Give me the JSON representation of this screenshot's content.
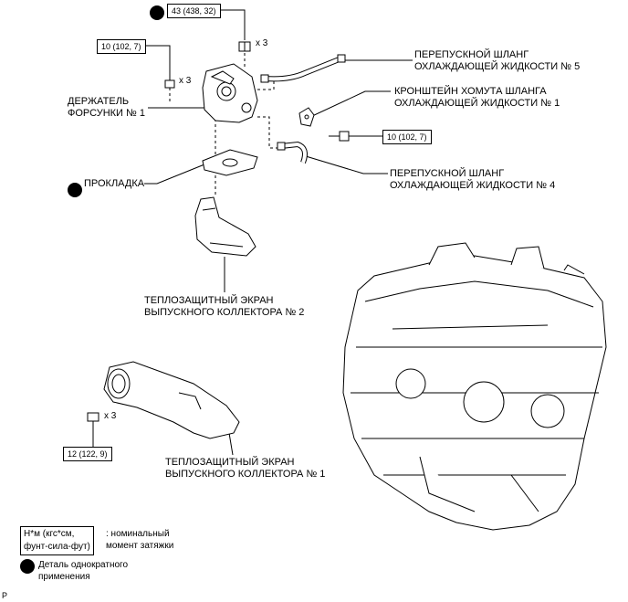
{
  "callouts": {
    "torque_top": "43 (438, 32)",
    "times_top": "x 3",
    "torque_left": "10 (102, 7)",
    "times_left": "x 3",
    "torque_bracket": "10 (102, 7)",
    "torque_bottom": "12 (122, 9)",
    "times_bottom": "x 3"
  },
  "labels": {
    "hose5_line1": "ПЕРЕПУСКНОЙ ШЛАНГ",
    "hose5_line2": "ОХЛАЖДАЮЩЕЙ ЖИДКОСТИ № 5",
    "bracket_line1": "КРОНШТЕЙН ХОМУТА ШЛАНГА",
    "bracket_line2": "ОХЛАЖДАЮЩЕЙ ЖИДКОСТИ № 1",
    "holder_line1": "ДЕРЖАТЕЛЬ",
    "holder_line2": "ФОРСУНКИ № 1",
    "gasket": "ПРОКЛАДКА",
    "hose4_line1": "ПЕРЕПУСКНОЙ ШЛАНГ",
    "hose4_line2": "ОХЛАЖДАЮЩЕЙ ЖИДКОСТИ № 4",
    "shield2_line1": "ТЕПЛОЗАЩИТНЫЙ ЭКРАН",
    "shield2_line2": "ВЫПУСКНОГО КОЛЛЕКТОРА № 2",
    "shield1_line1": "ТЕПЛОЗАЩИТНЫЙ ЭКРАН",
    "shield1_line2": "ВЫПУСКНОГО КОЛЛЕКТОРА № 1"
  },
  "legend": {
    "unit_line1": "Н*м (кгс*см,",
    "unit_line2": "фунт-сила-фут)",
    "unit_desc_line1": ": номинальный",
    "unit_desc_line2": "момент затяжки",
    "single_use_line1": "Деталь однократного",
    "single_use_line2": "применения"
  },
  "corner_mark": "P"
}
